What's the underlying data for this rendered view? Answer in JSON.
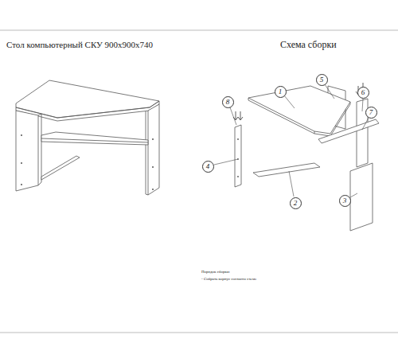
{
  "diagram": {
    "title": "Стол компьютерный СКУ 900х900х740",
    "nodes": [
      {
        "text": [
          "5"
        ]
      },
      {
        "text": [
          "1"
        ]
      },
      {
        "text": [
          "6"
        ]
      },
      {
        "text": [
          "8"
        ]
      },
      {
        "text": [
          "7"
        ]
      },
      {
        "text": [
          "4"
        ]
      },
      {
        "text": [
          "3"
        ]
      },
      {
        "text": [
          "2"
        ]
      }
    ],
    "labels": [
      "Схема сборки",
      "Порядок сборки:",
      "- Собрать корпус согласно схеме"
    ]
  }
}
